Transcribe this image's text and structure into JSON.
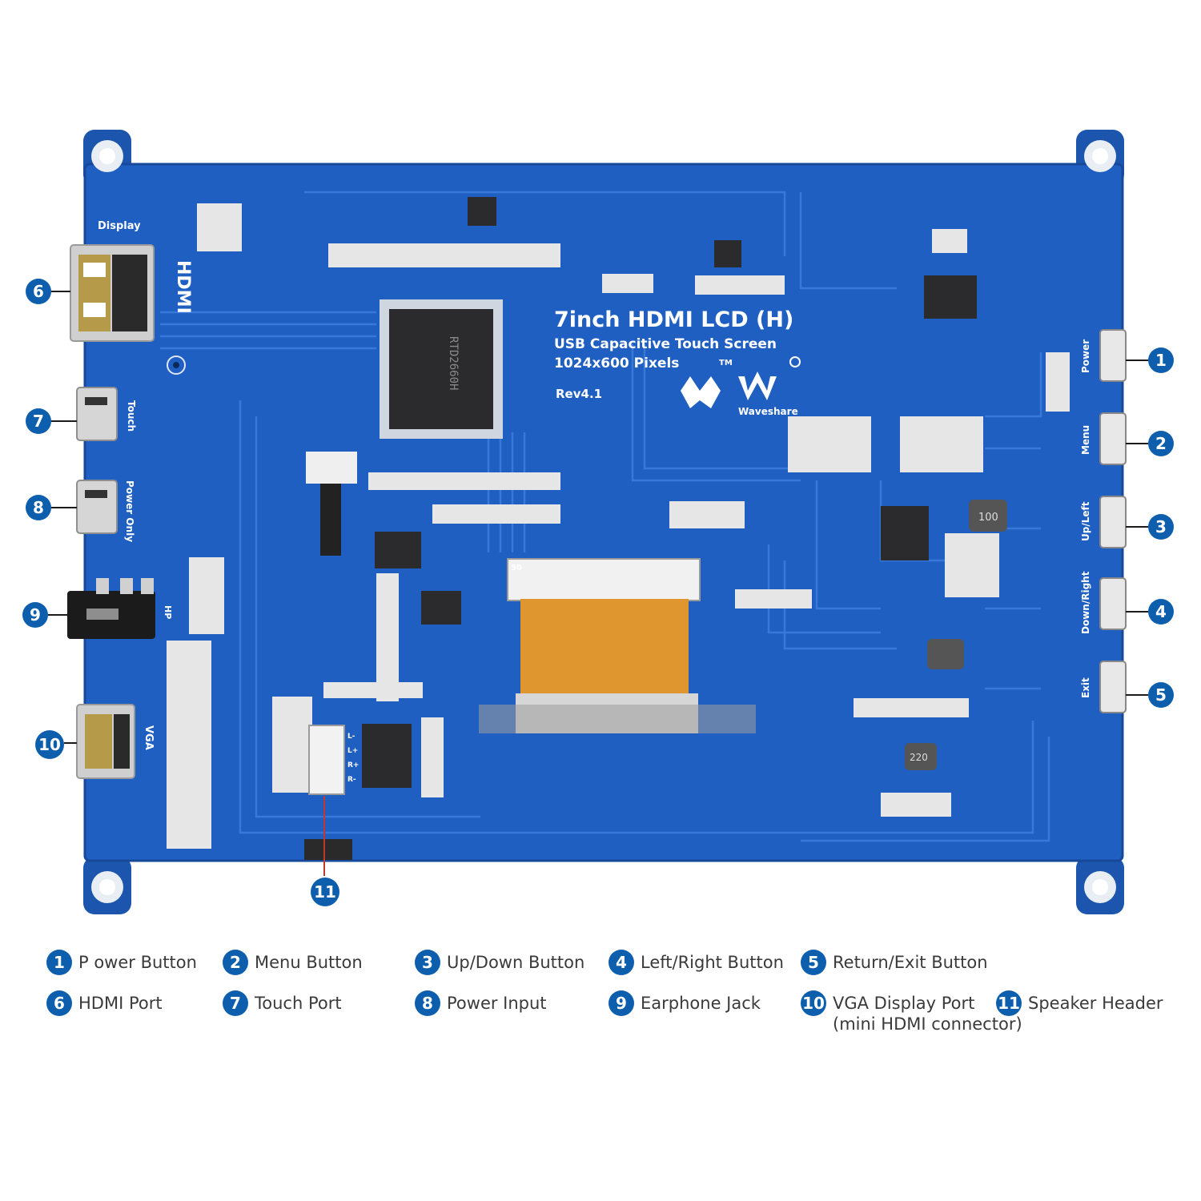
{
  "board": {
    "title": "7inch HDMI LCD (H)",
    "subtitle": "USB Capacitive Touch Screen",
    "resolution": "1024x600 Pixels",
    "revision": "Rev4.1",
    "brand": "Waveshare",
    "trademark": "TM",
    "chip_text": "RTD2660H",
    "inductor_a": "100",
    "inductor_b": "220",
    "fpc_pin": "50",
    "silk": {
      "display": "Display",
      "hdmi": "HDMI",
      "touch": "Touch",
      "power_only": "Power Only",
      "hp": "HP",
      "vga": "VGA",
      "power": "Power",
      "menu": "Menu",
      "up_left": "Up/Left",
      "down_right": "Down/Right",
      "exit": "Exit",
      "spk_l_minus": "L-",
      "spk_l_plus": "L+",
      "spk_r_plus": "R+",
      "spk_r_minus": "R-"
    }
  },
  "callouts": [
    "1",
    "2",
    "3",
    "4",
    "5",
    "6",
    "7",
    "8",
    "9",
    "10",
    "11"
  ],
  "legend": [
    {
      "num": "1",
      "label": "P ower Button"
    },
    {
      "num": "2",
      "label": "Menu Button"
    },
    {
      "num": "3",
      "label": "Up/Down Button"
    },
    {
      "num": "4",
      "label": "Left/Right Button"
    },
    {
      "num": "5",
      "label": "Return/Exit Button"
    },
    {
      "num": "6",
      "label": "HDMI Port"
    },
    {
      "num": "7",
      "label": "Touch Port"
    },
    {
      "num": "8",
      "label": "Power Input"
    },
    {
      "num": "9",
      "label": "Earphone Jack"
    },
    {
      "num": "10",
      "label": "VGA Display Port",
      "sub": "(mini HDMI connector)"
    },
    {
      "num": "11",
      "label": "Speaker Header"
    }
  ],
  "colors": {
    "board": "#1f5fc2",
    "board_dark": "#17489a",
    "trace": "#2a6ed4",
    "callout": "#0d5fae",
    "connector_metal": "#c9c9c9",
    "fpc_cable": "#e0962f"
  }
}
